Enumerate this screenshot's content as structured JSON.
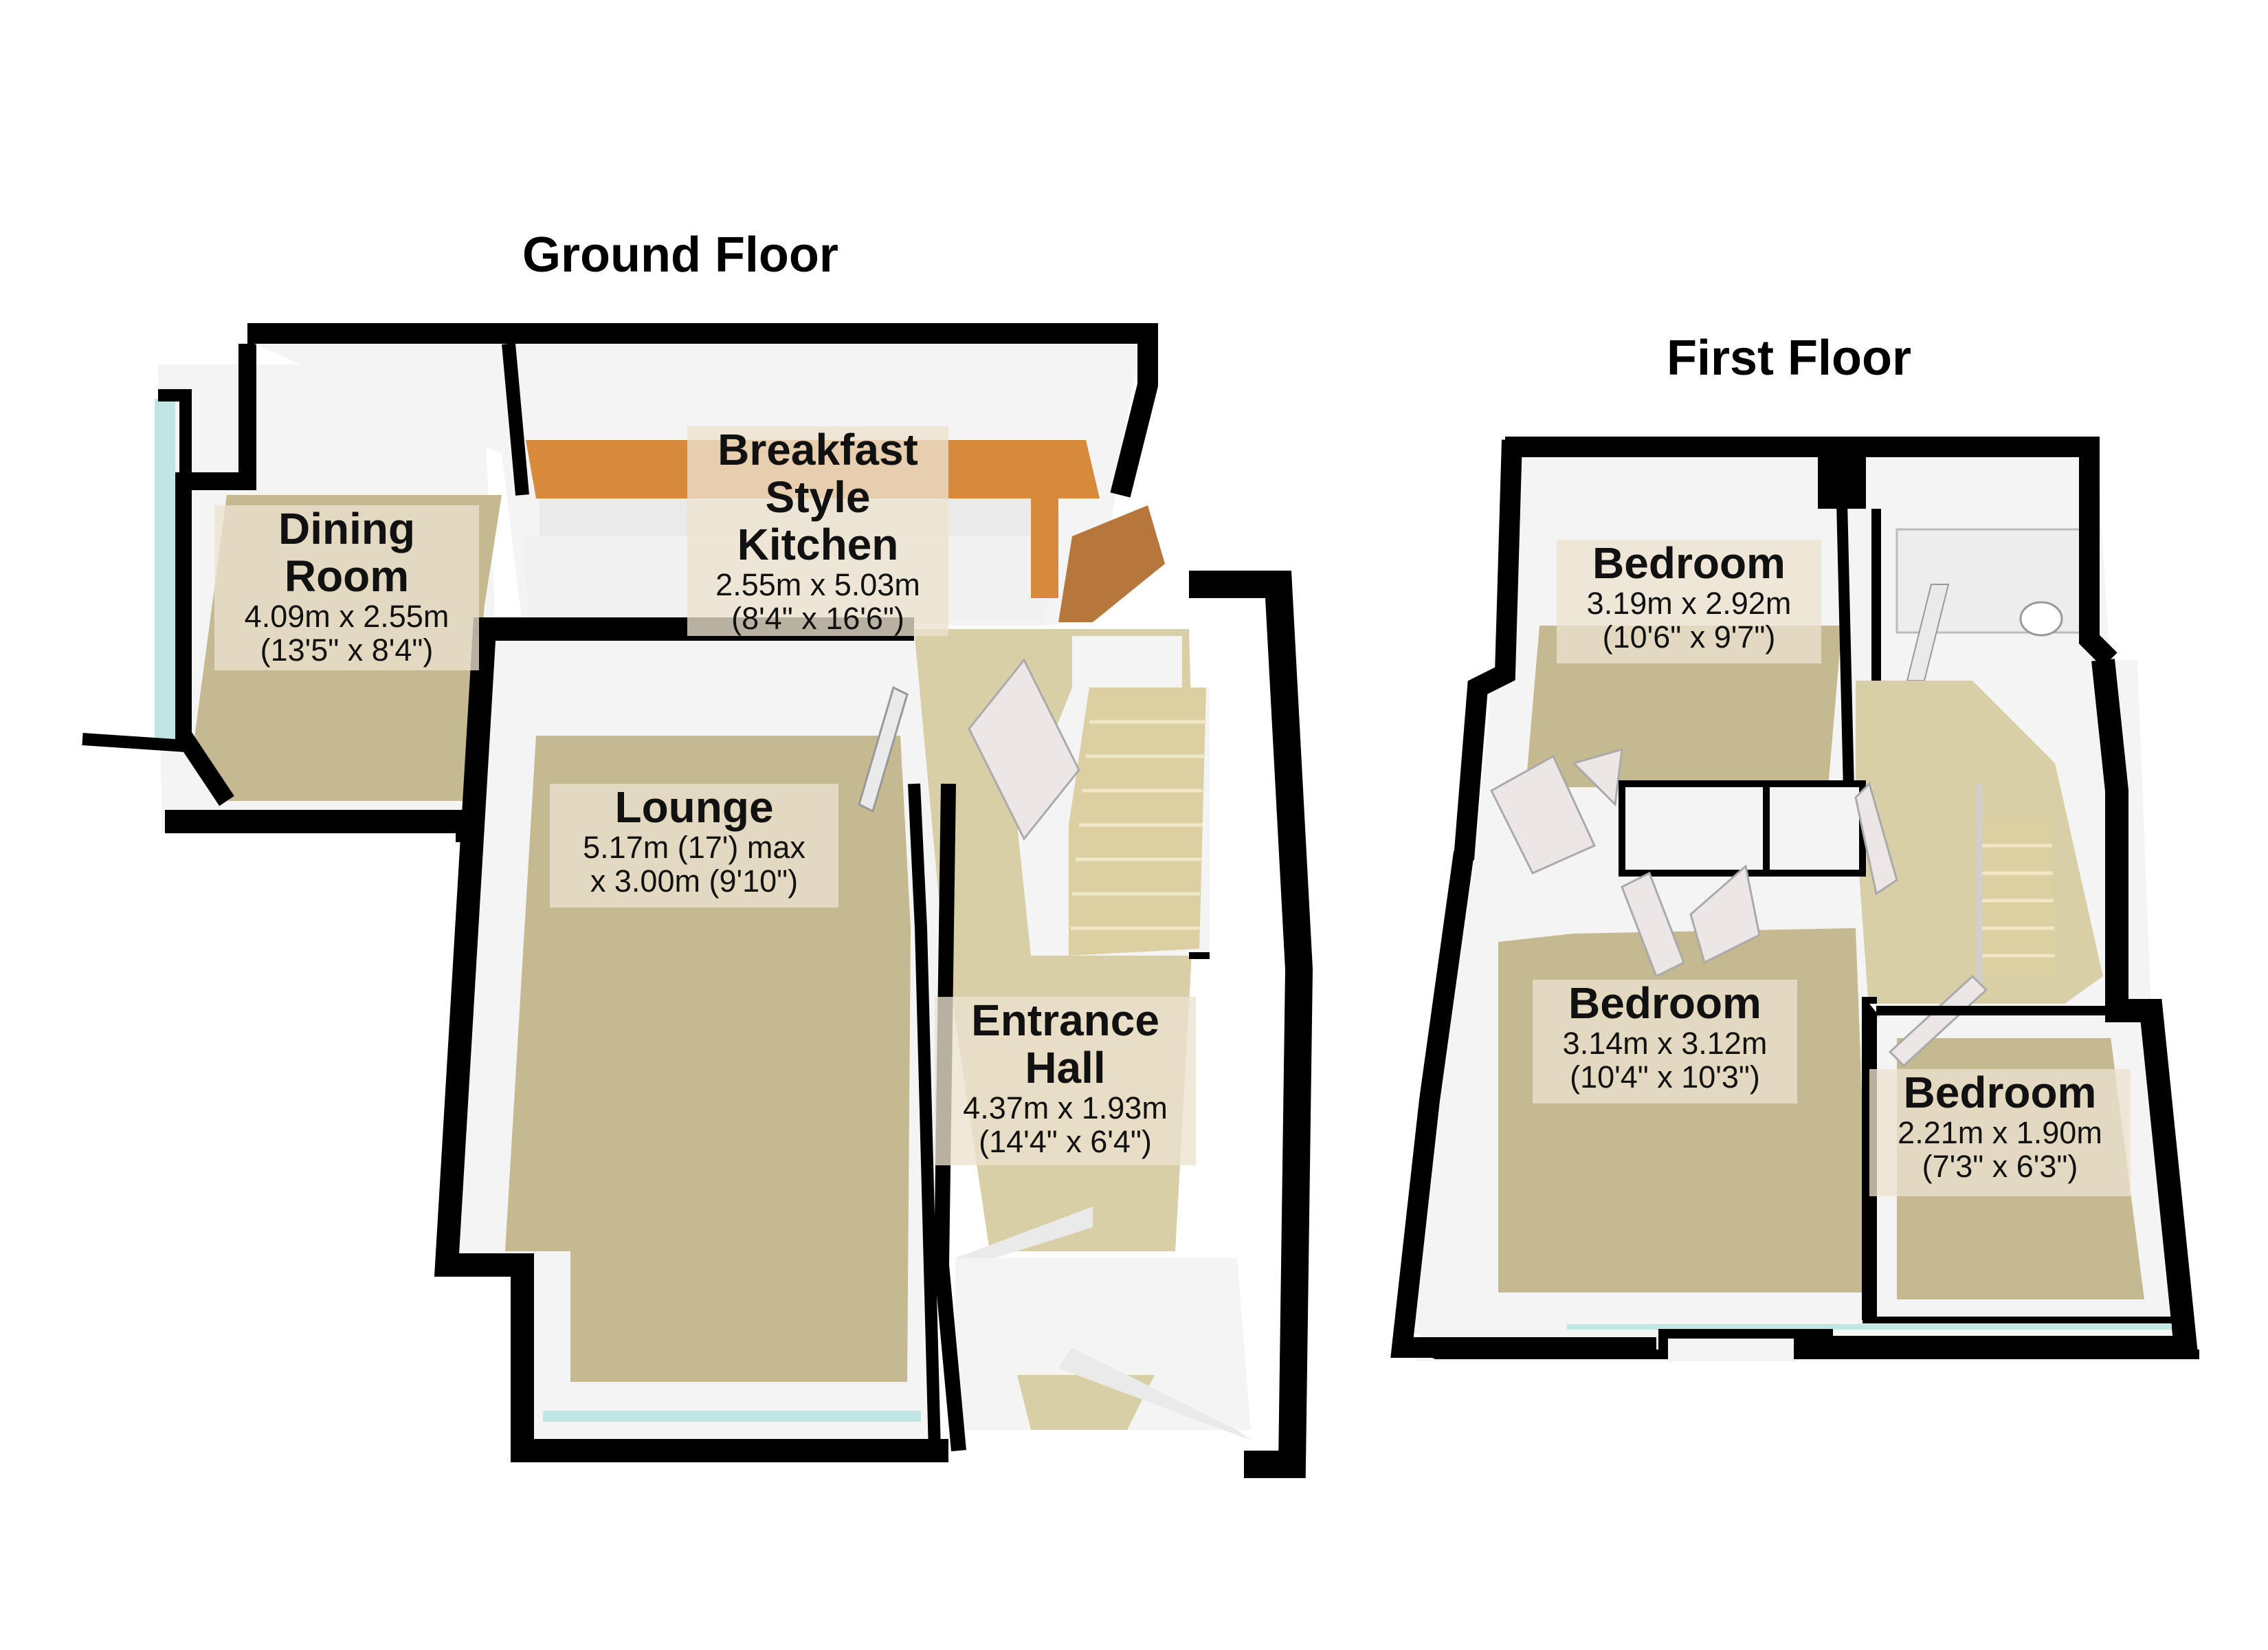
{
  "colors": {
    "wall": "#000000",
    "wall_inner": "#f4f4f4",
    "carpet": "#c5b98f",
    "hall_floor": "#d9cfa6",
    "kitchen_floor": "#f1f1f1",
    "worktop": "#d78a3c",
    "cabinet": "#eaeaea",
    "door": "#b8773a",
    "window_glass": "#bfe6e3",
    "stair": "#dcd0a2",
    "label_bg": "#ece2ce"
  },
  "floors": [
    {
      "title": "Ground Floor",
      "rooms": [
        {
          "name": "Dining Room",
          "lines": [
            "Dining",
            "Room"
          ],
          "dim_metric": "4.09m x 2.55m",
          "dim_imperial": "(13'5\" x 8'4\")"
        },
        {
          "name": "Breakfast Style Kitchen",
          "lines": [
            "Breakfast",
            "Style",
            "Kitchen"
          ],
          "dim_metric": "2.55m x 5.03m",
          "dim_imperial": "(8'4\" x 16'6\")"
        },
        {
          "name": "Lounge",
          "lines": [
            "Lounge"
          ],
          "dim_metric": "5.17m (17') max",
          "dim_imperial": "x 3.00m (9'10\")"
        },
        {
          "name": "Entrance Hall",
          "lines": [
            "Entrance",
            "Hall"
          ],
          "dim_metric": "4.37m x 1.93m",
          "dim_imperial": "(14'4\" x 6'4\")"
        }
      ]
    },
    {
      "title": "First Floor",
      "rooms": [
        {
          "name": "Bedroom",
          "lines": [
            "Bedroom"
          ],
          "dim_metric": "3.19m x 2.92m",
          "dim_imperial": "(10'6\" x 9'7\")"
        },
        {
          "name": "Bedroom",
          "lines": [
            "Bedroom"
          ],
          "dim_metric": "3.14m x 3.12m",
          "dim_imperial": "(10'4\" x 10'3\")"
        },
        {
          "name": "Bedroom",
          "lines": [
            "Bedroom"
          ],
          "dim_metric": "2.21m x 1.90m",
          "dim_imperial": "(7'3\" x 6'3\")"
        }
      ]
    }
  ]
}
